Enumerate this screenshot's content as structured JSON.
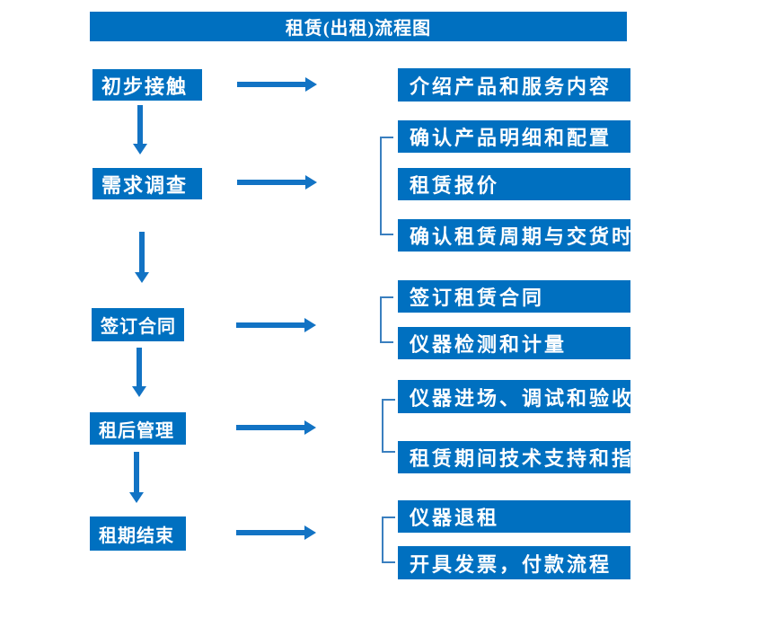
{
  "title": "租赁(出租)流程图",
  "colors": {
    "box_fill": "#0070C0",
    "arrow": "#1273C4",
    "bracket": "#3A7FBF",
    "text": "#FFFFFF",
    "background": "#FFFFFF"
  },
  "chart_data": {
    "type": "flowchart",
    "title": "租赁(出租)流程图",
    "direction": "top-to-bottom steps, left column; each step fans out right to detail boxes",
    "steps": [
      {
        "label": "初步接触",
        "details": [
          "介绍产品和服务内容"
        ]
      },
      {
        "label": "需求调查",
        "details": [
          "确认产品明细和配置",
          "租赁报价",
          "确认租赁周期与交货时间"
        ]
      },
      {
        "label": "签订合同",
        "details": [
          "签订租赁合同",
          "仪器检测和计量"
        ]
      },
      {
        "label": "租后管理",
        "details": [
          "仪器进场、调试和验收",
          "租赁期间技术支持和指导"
        ]
      },
      {
        "label": "租期结束",
        "details": [
          "仪器退租",
          "开具发票，付款流程"
        ]
      }
    ]
  },
  "flow": {
    "steps": [
      {
        "label": "初步接触"
      },
      {
        "label": "需求调查"
      },
      {
        "label": "签订合同"
      },
      {
        "label": "租后管理"
      },
      {
        "label": "租期结束"
      }
    ],
    "details": [
      {
        "text": "介绍产品和服务内容"
      },
      {
        "text": "确认产品明细和配置"
      },
      {
        "text": "租赁报价"
      },
      {
        "text": "确认租赁周期与交货时间"
      },
      {
        "text": "签订租赁合同"
      },
      {
        "text": "仪器检测和计量"
      },
      {
        "text": "仪器进场、调试和验收"
      },
      {
        "text": "租赁期间技术支持和指导"
      },
      {
        "text": "仪器退租"
      },
      {
        "text": "开具发票，付款流程"
      }
    ]
  }
}
